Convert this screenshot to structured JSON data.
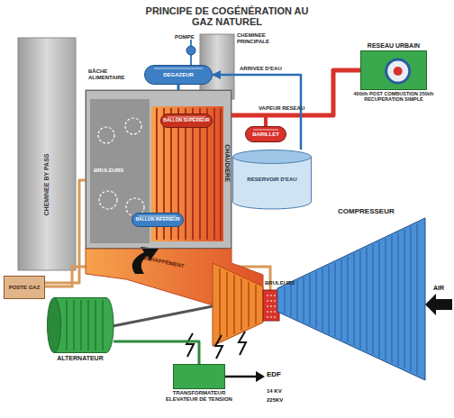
{
  "diagram": {
    "title": "PRINCIPE DE COGÉNÉRATION AU GAZ NATUREL",
    "nodes": [
      {
        "text": [
          "DEGAZEUR"
        ]
      },
      {
        "text": [
          "RESEAU URBAIN",
          "400t/h POST COMBUSTION 250t/h RECUPERATION SIMPLE"
        ]
      },
      {
        "text": [
          "CHAUDIERE"
        ]
      },
      {
        "text": [
          "BALLON SUPERIEUR"
        ],
        "in": 2
      },
      {
        "text": [
          "BALLON INFERIEUR"
        ],
        "in": 2
      },
      {
        "text": [
          "BARILLET"
        ]
      },
      {
        "text": [
          "RESERVOIR D'EAU"
        ]
      },
      {
        "text": [
          "COMPRESSEUR"
        ]
      },
      {
        "text": [
          "POSTE GAZ"
        ]
      },
      {
        "text": [
          "ALTERNATEUR"
        ]
      },
      {
        "text": [
          "TRANSFORMATEUR ELEVATEUR DE TENSION"
        ]
      }
    ],
    "edges": [
      {
        "from": 2,
        "to": 1,
        "label": "VAPEUR RESEAU",
        "arrow": "none"
      },
      {
        "from": 6,
        "to": 0,
        "label": "ARRIVEE D'EAU",
        "arrow": "to"
      },
      {
        "from": 0,
        "to": 2,
        "arrow": "none"
      },
      {
        "from": 8,
        "to": 2,
        "arrow": "none"
      },
      {
        "from": 9,
        "to": 10,
        "arrow": "none"
      }
    ],
    "labels": [
      "POMPE",
      "BÂCHE ALIMENTAIRE",
      "CHEMINEE PRINCIPALE",
      "CHEMINEE BY PASS",
      "BRULEURS",
      "ECHAPPEMENT",
      "BRULEURS",
      "AIR",
      "EDF",
      "14 KV",
      "225KV"
    ]
  }
}
